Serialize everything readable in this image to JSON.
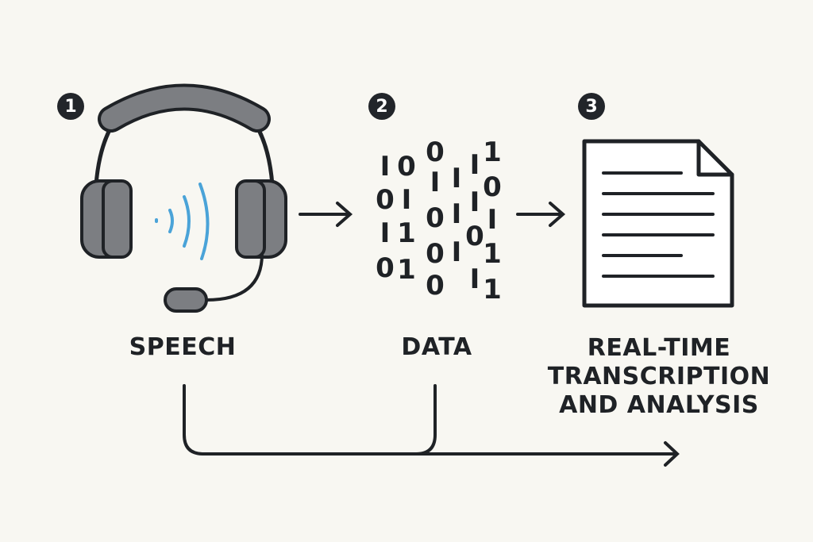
{
  "steps": [
    {
      "number": "1",
      "label": "SPEECH"
    },
    {
      "number": "2",
      "label": "DATA"
    },
    {
      "number": "3",
      "label": "REAL-TIME TRANSCRIPTION AND ANALYSIS"
    }
  ],
  "binary_digits": [
    "I",
    "0",
    "I",
    "0",
    "0",
    "I",
    "1",
    "1",
    "0",
    "I",
    "0",
    "0",
    "0",
    "I",
    "I",
    "I",
    "I",
    "I",
    "0",
    "I",
    "1",
    "0",
    "I",
    "1",
    "1"
  ],
  "colors": {
    "background": "#f8f7f2",
    "ink": "#1f2226",
    "headset_gray": "#7c7e82",
    "sound_wave": "#4aa3d8"
  }
}
